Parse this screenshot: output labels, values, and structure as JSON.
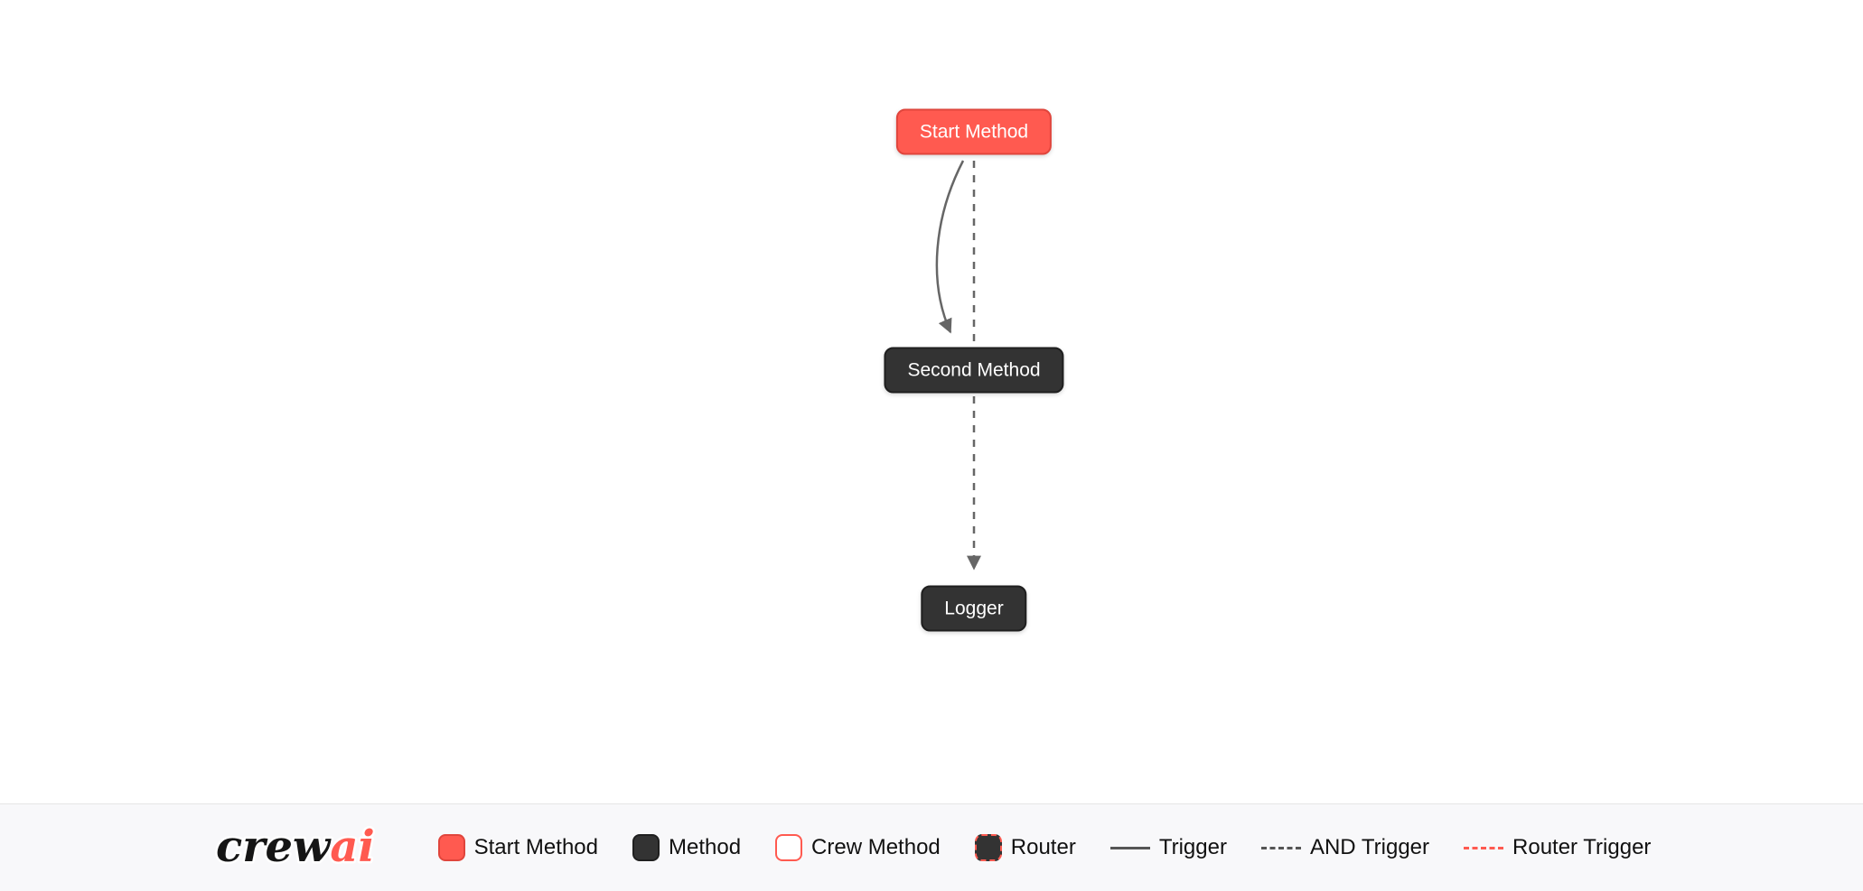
{
  "diagram": {
    "nodes": [
      {
        "id": "start_method",
        "label": "Start Method",
        "type": "start"
      },
      {
        "id": "second_method",
        "label": "Second Method",
        "type": "method"
      },
      {
        "id": "logger",
        "label": "Logger",
        "type": "method"
      }
    ],
    "edges": [
      {
        "from": "start_method",
        "to": "second_method",
        "kind": "trigger",
        "style": "solid-curved"
      },
      {
        "from": "start_method",
        "to": "second_method",
        "kind": "and-trigger",
        "style": "dashed"
      },
      {
        "from": "second_method",
        "to": "logger",
        "kind": "and-trigger",
        "style": "dashed"
      }
    ]
  },
  "legend": {
    "logo": {
      "part1": "crew",
      "part2": "ai"
    },
    "items": [
      {
        "label": "Start Method",
        "swatch": "start-method-box"
      },
      {
        "label": "Method",
        "swatch": "method-box"
      },
      {
        "label": "Crew Method",
        "swatch": "crew-method-box"
      },
      {
        "label": "Router",
        "swatch": "router-box"
      },
      {
        "label": "Trigger",
        "swatch": "solid-line"
      },
      {
        "label": "AND Trigger",
        "swatch": "dashed-line"
      },
      {
        "label": "Router Trigger",
        "swatch": "red-dashed-line"
      }
    ]
  },
  "colors": {
    "start_fill": "#ff5a50",
    "start_border": "#e0453c",
    "method_fill": "#333333",
    "method_border": "#1f1f1f",
    "edge": "#666666",
    "router_trigger": "#ff5a50",
    "footer_bg": "#f8f8fa",
    "footer_border": "#e6e6e6",
    "legend_text": "#111111"
  }
}
